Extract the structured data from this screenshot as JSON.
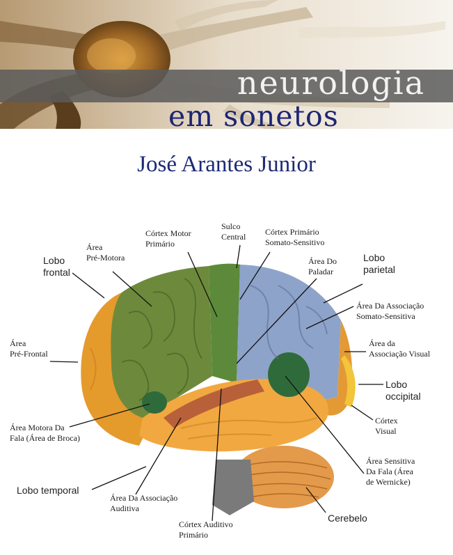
{
  "header": {
    "title": "neurologia",
    "subtitle": "em sonetos",
    "author": "José Arantes Junior"
  },
  "diagram": {
    "labels": {
      "lobo_frontal": "Lobo\nfrontal",
      "area_pre_motora": "Área\nPré-Motora",
      "cortex_motor_primario": "Córtex Motor\nPrimário",
      "sulco_central": "Sulco\nCentral",
      "cortex_primario_somato_sensitivo": "Córtex Primário\nSomato-Sensitivo",
      "lobo_parietal": "Lobo\nparietal",
      "area_do_paladar": "Área Do\nPaladar",
      "area_da_associacao_somato_sensitiva": "Área Da Associação\nSomato-Sensitiva",
      "area_pre_frontal": "Área\nPré-Frontal",
      "area_da_associacao_visual": "Área da\nAssociação Visual",
      "lobo_occipital": "Lobo\noccipital",
      "cortex_visual": "Córtex\nVisual",
      "area_motora_da_fala": "Área Motora Da\nFala (Área de Broca)",
      "area_sensitiva_da_fala": "Área Sensitiva\nDa Fala (Área\nde Wernicke)",
      "lobo_temporal": "Lobo temporal",
      "area_da_associacao_auditiva": "Área Da Associação\nAuditiva",
      "cortex_auditivo_primario": "Córtex Auditivo\nPrimário",
      "cerebelo": "Cerebelo"
    },
    "colors": {
      "frontal_lobe": "#e59a2c",
      "motor_cortex": "#6e8a3a",
      "premotor": "#5f7f35",
      "somatosensory": "#8aa0c8",
      "temporal_lobe": "#f0a73c",
      "auditory": "#b8603a",
      "cerebellum": "#e39a4a",
      "speech_area": "#2f6b3a",
      "author_text": "#1c2a74"
    }
  }
}
